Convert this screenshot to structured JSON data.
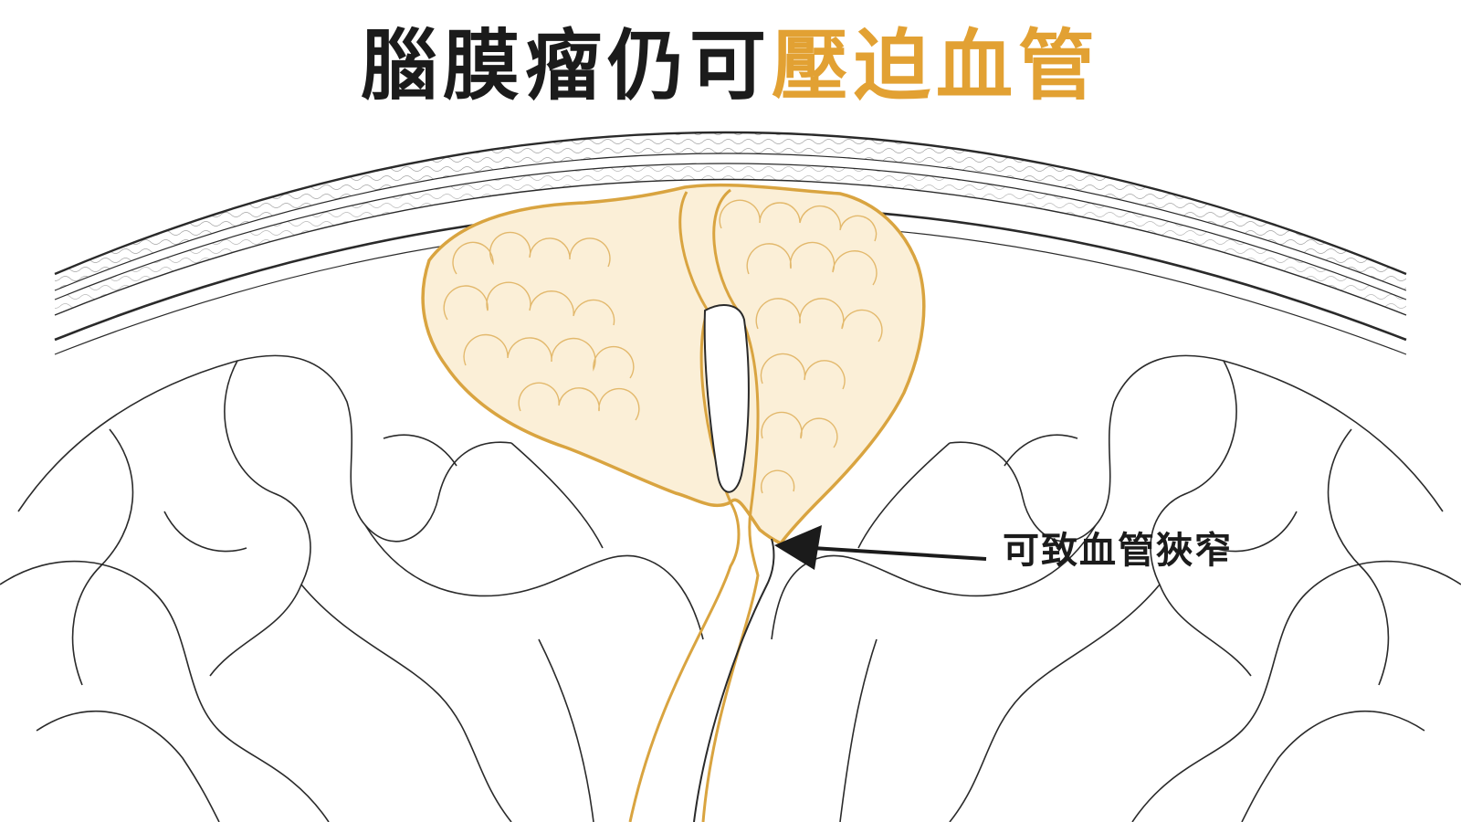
{
  "title": {
    "dark_part": "腦膜瘤仍可",
    "accent_part": "壓迫血管"
  },
  "annotation": {
    "label": "可致血管狹窄"
  },
  "colors": {
    "title_dark": "#1b1b1b",
    "title_accent": "#e2a133",
    "tumor_outline": "#d9a440",
    "tumor_fill": "#fbefd7",
    "vessel_outline": "#d9a440",
    "line_art": "#2a2a2a"
  },
  "icons": [
    "arrow-left-icon"
  ]
}
